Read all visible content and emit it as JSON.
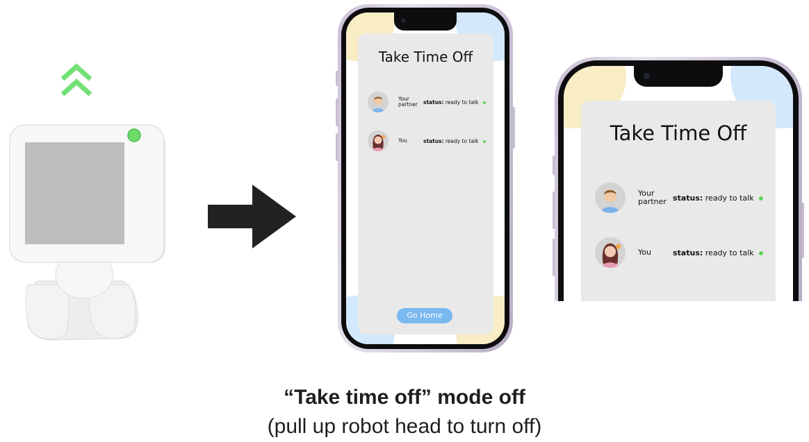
{
  "app": {
    "title": "Take Time Off",
    "go_home_label": "Go Home"
  },
  "rows": [
    {
      "who": "Your partner",
      "status_key": "status:",
      "status_value": "ready to talk",
      "avatar": "male-avatar-icon"
    },
    {
      "who": "You",
      "status_key": "status:",
      "status_value": "ready to talk",
      "avatar": "female-avatar-icon"
    }
  ],
  "caption": {
    "title": "“Take time off” mode off",
    "subtitle": "(pull up robot head to turn off)"
  },
  "colors": {
    "status_dot": "#5fd35a",
    "robot_led": "#6fdc6a",
    "pull_up_chevrons": "#72e076",
    "button": "#7ab8f0",
    "card": "#e9e9e9",
    "arrow": "#222222"
  },
  "icons": {
    "pull_up": "double-chevron-up-icon",
    "arrow": "right-arrow-icon"
  }
}
